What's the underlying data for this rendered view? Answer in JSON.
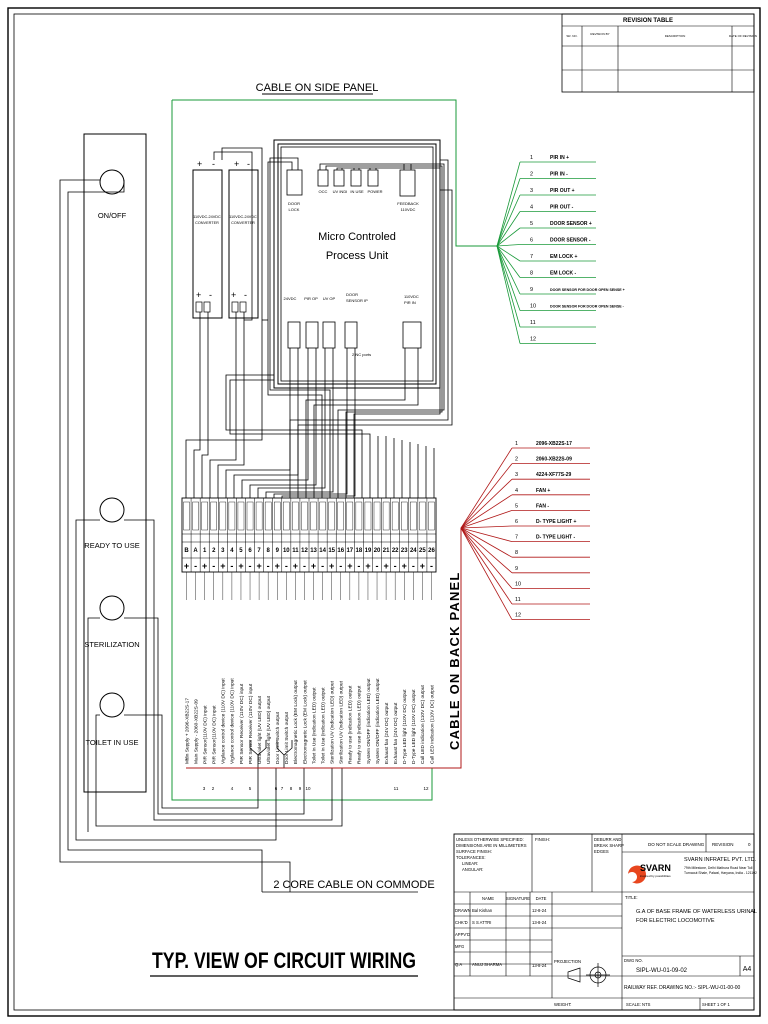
{
  "title": "TYP. VIEW OF CIRCUIT WIRING",
  "colors": {
    "green": "#1a9a3a",
    "red": "#b01818",
    "black": "#000000",
    "logo_orange": "#e8461e"
  },
  "labels": {
    "cable_side_panel": "CABLE ON SIDE PANEL",
    "cable_back_panel": "CABLE ON BACK PANEL",
    "cable_commode": "2 CORE CABLE ON COMMODE",
    "mcu_line1": "Micro Controled",
    "mcu_line2": "Process Unit",
    "converter1": [
      "110VDC-24VDC",
      "CONVERTER"
    ],
    "converter2": [
      "110VDC-24VDC",
      "CONVERTER"
    ],
    "door_lock": [
      "DOOR",
      "LOCK"
    ],
    "feedback": [
      "FEEDBACK",
      "110VDC"
    ],
    "top_terms": [
      "OCC",
      "UV INDI",
      "IN USE",
      "POWER"
    ],
    "bottom_terms": [
      "24VDC",
      "PIR OP",
      "UV OP"
    ],
    "door_sensor_ip": [
      "DOOR",
      "SENSOR IP"
    ],
    "pir_in_110": [
      "110VDC",
      "PIR IN"
    ],
    "nc_ports": "2 NC ports",
    "plus": "+",
    "minus": "-"
  },
  "switch_panel": [
    "ON/OFF",
    "READY TO USE",
    "STERILIZATION",
    "TOILET IN USE"
  ],
  "green_connector": {
    "numbers": [
      "1",
      "2",
      "3",
      "4",
      "5",
      "6",
      "7",
      "8",
      "9",
      "10",
      "11",
      "12"
    ],
    "labels": [
      "PIR IN +",
      "PIR IN -",
      "PIR OUT +",
      "PIR OUT -",
      "DOOR SENSOR +",
      "DOOR SENSOR -",
      "EM LOCK +",
      "EM LOCK -",
      "DOOR SENSOR FOR DOOR OPEN SENSE +",
      "DOOR SENSOR FOR DOOR OPEN SENSE -",
      "",
      ""
    ]
  },
  "red_connector": {
    "numbers": [
      "1",
      "2",
      "3",
      "4",
      "5",
      "6",
      "7",
      "8",
      "9",
      "10",
      "11",
      "12"
    ],
    "labels": [
      "2096-XB22S-17",
      "2060-XB22S-09",
      "4224-XF77S-29",
      "FAN +",
      "FAN -",
      "D- TYPE LIGHT +",
      "D- TYPE LIGHT -",
      "",
      "",
      "",
      "",
      ""
    ]
  },
  "terminal_strip": {
    "headers": [
      "B",
      "A",
      "1",
      "2",
      "3",
      "4",
      "5",
      "6",
      "7",
      "8",
      "9",
      "10",
      "11",
      "12",
      "13",
      "14",
      "15",
      "16",
      "17",
      "18",
      "19",
      "20",
      "21",
      "22",
      "23",
      "24",
      "25",
      "26"
    ],
    "descriptions": [
      "Main Supply + 2096-XB22S-17",
      "Main Supply - 2060-XB22S-09",
      "PIR Sensor(110V DC) input",
      "PIR Sensor(110V DC) input",
      "Vigilance control device (110V DC) input",
      "Vigilance control device (110V DC) input",
      "PIR Sensor Receiver (110V DC) input",
      "PIR Sensor Receiver (110V DC) input",
      "Ultraviolet light (UV LED) output",
      "Ultraviolet light (UV LED) output",
      "Door Limit Switch output",
      "Door Limit Switch output",
      "Electromagnetic Lock (EM Lock) output",
      "Electromagnetic Lock (EM Lock) output",
      "Toilet In Use (indication LED) output",
      "Toilet In Use (indication LED) output",
      "Sterilization UV (indication LED) output",
      "Sterilization UV (indication LED) output",
      "Ready to use (indication LED) output",
      "Ready to use (indication LED) output",
      "System ON/OFF (indication LED) output",
      "System ON/OFF (indication LED) output",
      "Exhaust fan (24V DC) output",
      "Exhaust fan (24V DC) output",
      "D-Type LED light (110V DC) output",
      "D-Type LED light (110V DC) output",
      "Call LED indication (110V DC) output",
      "Call LED indication (110V DC) output"
    ],
    "bottom_numbers": [
      "1",
      "2",
      "3",
      "4",
      "5",
      "6",
      "7",
      "8",
      "9",
      "10",
      "11",
      "12"
    ]
  },
  "revision_table": {
    "title": "REVISION TABLE",
    "headers": [
      "SR. NO.",
      "REVISION BY",
      "DESCRIPTION",
      "DATE OF REVISION"
    ]
  },
  "title_block": {
    "notes": [
      "UNLESS OTHERWISE SPECIFIED:",
      "DIMENSIONS ARE IN MILLIMETERS",
      "SURFACE FINISH:",
      "TOLERANCES:",
      "LINEAR:",
      "ANGULAR:"
    ],
    "finish_label": "FINISH:",
    "deburr": [
      "DEBURR AND",
      "BREAK SHARP",
      "EDGES"
    ],
    "do_not_scale": "DO NOT SCALE DRAWING",
    "revision_label": "REVISION",
    "revision_value": "0",
    "company": "SVARN INFRATEL PVT. LTD.",
    "address": [
      "79th Milestone, Delhi Mathura Road Near Toll",
      "Turnaout Shale, Palwal, Haryana, India - 121102"
    ],
    "logo_text": "SVARN",
    "logo_tag": "inspired by possibilities",
    "col_name": "NAME",
    "col_signature": "SIGNATURE",
    "col_date": "DATE",
    "rows": [
      {
        "role": "DRAWN",
        "name": "Bal Kishan",
        "date": "12-8-24"
      },
      {
        "role": "CHK'D",
        "name": "S S ATTRI",
        "date": "13-8-24"
      },
      {
        "role": "APPV'D",
        "name": "",
        "date": ""
      },
      {
        "role": "MFG",
        "name": "",
        "date": ""
      },
      {
        "role": "Q.A",
        "name": "ANUJ SHARMA",
        "date": "13-8-24"
      }
    ],
    "title_label": "TITLE:",
    "title_value": [
      "G.A OF BASE FRAME OF WATERLESS URINAL",
      "FOR ELECTRIC LOCOMOTIVE"
    ],
    "projection_label": "PROJECTION",
    "dwg_label": "DWG NO.",
    "dwg_no": "SIPL-WU-01-09-02",
    "sheet_size": "A4",
    "railway_ref": "RAILWAY REF. DRAWING NO.:- SIPL-WU-01-00-00",
    "weight": "WEIGHT:",
    "scale": "SCALE: NTS",
    "sheet": "SHEET 1 OF 1"
  }
}
